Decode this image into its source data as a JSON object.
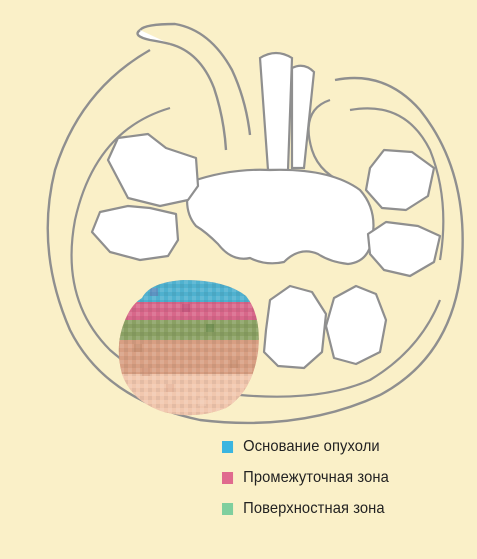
{
  "legend": {
    "items": [
      {
        "label": "Основание опухоли",
        "color": "#3ab5e0"
      },
      {
        "label": "Промежуточная зона",
        "color": "#e06a8e"
      },
      {
        "label": "Поверхностная зона",
        "color": "#7fcf9e"
      }
    ]
  },
  "colors": {
    "background": "#faf0c8",
    "outline": "#8f8f8f",
    "fill": "#ffffff"
  }
}
